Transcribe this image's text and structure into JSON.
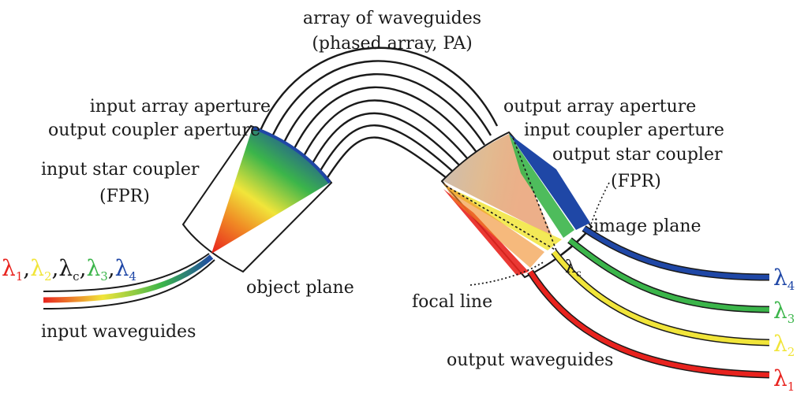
{
  "labels": {
    "array_title_1": "array of waveguides",
    "array_title_2": "(phased array, PA)",
    "input_array_aperture": "input array aperture",
    "output_coupler_aperture": "output coupler aperture",
    "input_star_coupler": "input star coupler",
    "input_fpr": "(FPR)",
    "output_array_aperture": "output array aperture",
    "input_coupler_aperture": "input coupler aperture",
    "output_star_coupler": "output star coupler",
    "output_fpr": "(FPR)",
    "image_plane": "image plane",
    "object_plane": "object plane",
    "focal_line": "focal line",
    "input_waveguides": "input waveguides",
    "output_waveguides": "output waveguides"
  },
  "wavelengths": {
    "symbol": "λ",
    "input": [
      {
        "sub": "1",
        "color": "#e8231e"
      },
      {
        "sub": "2",
        "color": "#f1e53a"
      },
      {
        "sub": "c",
        "color": "#1a1a1a"
      },
      {
        "sub": "3",
        "color": "#3bb54a"
      },
      {
        "sub": "4",
        "color": "#1f47a6"
      }
    ],
    "separator": ",",
    "center_sub": "c",
    "output": [
      {
        "sub": "4",
        "color": "#1f47a6"
      },
      {
        "sub": "3",
        "color": "#3bb54a"
      },
      {
        "sub": "2",
        "color": "#f1e53a"
      },
      {
        "sub": "1",
        "color": "#e8231e"
      }
    ]
  },
  "colors": {
    "red": "#e8231e",
    "orange": "#f08a24",
    "yellow": "#f1e53a",
    "green": "#3bb54a",
    "blue": "#1f47a6",
    "outline": "#1a1a1a"
  }
}
